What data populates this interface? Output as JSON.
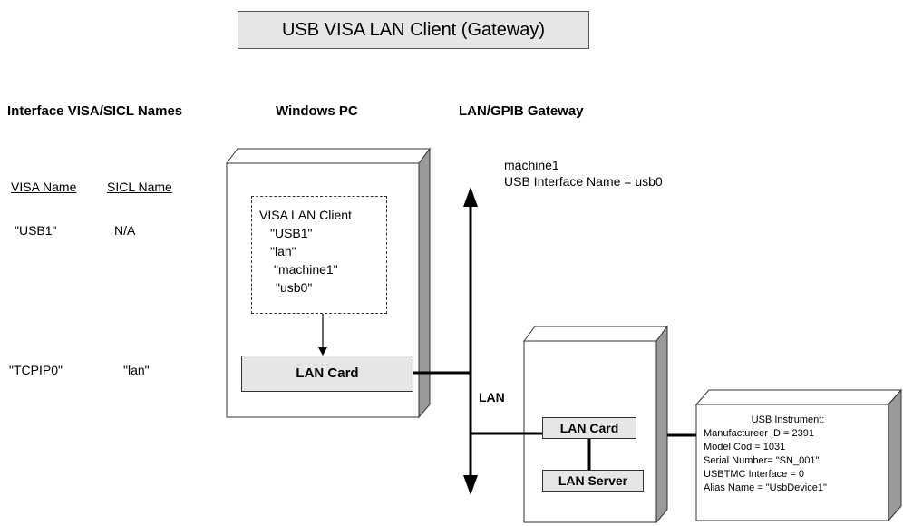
{
  "title": "USB VISA LAN Client (Gateway)",
  "columns": {
    "interface": "Interface VISA/SICL Names",
    "pc": "Windows PC",
    "gateway": "LAN/GPIB Gateway"
  },
  "names": {
    "visa_header": "VISA Name",
    "sicl_header": "SICL Name",
    "row1": {
      "visa": "\"USB1\"",
      "sicl": "N/A"
    },
    "row2": {
      "visa": "\"TCPIP0\"",
      "sicl": "\"lan\""
    }
  },
  "machine": {
    "name": "machine1",
    "usb_interface": "USB Interface Name = usb0"
  },
  "visa_client": {
    "title": "VISA LAN Client",
    "lines": [
      "\"USB1\"",
      "\"lan\"",
      "\"machine1\"",
      "\"usb0\""
    ]
  },
  "pc_lan_card": "LAN Card",
  "lan_label": "LAN",
  "gateway": {
    "lan_card": "LAN Card",
    "lan_server": "LAN Server"
  },
  "instrument": {
    "title": "USB Instrument:",
    "manufacturer": "Manufactureer ID  = 2391",
    "model": "Model Cod  = 1031",
    "serial": "Serial Number= \"SN_001\"",
    "interface": "USBTMC Interface = 0",
    "alias": "Alias Name = \"UsbDevice1\""
  }
}
